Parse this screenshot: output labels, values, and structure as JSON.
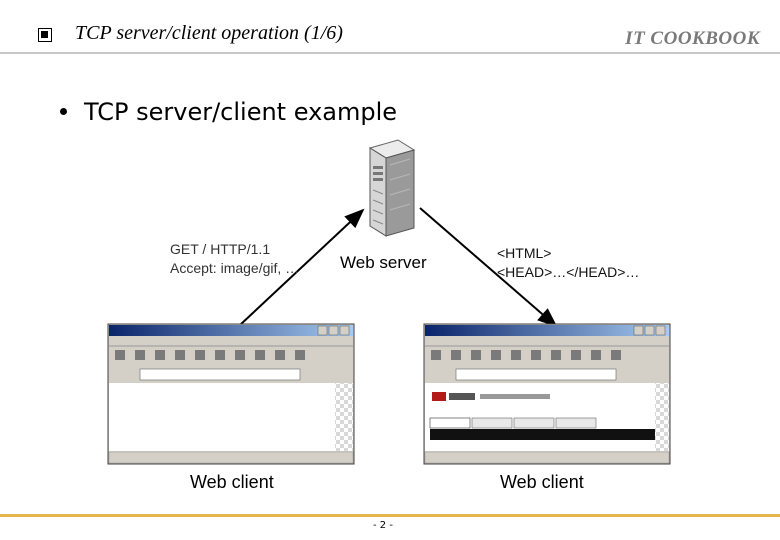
{
  "header": {
    "title": "TCP server/client operation (1/6)",
    "brand": "IT COOKBOOK"
  },
  "subtitle": "TCP server/client example",
  "diagram": {
    "request_lines": [
      "GET / HTTP/1.1",
      "Accept: image/gif, …"
    ],
    "response_lines": [
      "<HTML>",
      "<HEAD>…</HEAD>…"
    ],
    "server_label": "Web server",
    "client_left_label": "Web client",
    "client_right_label": "Web client"
  },
  "footer": {
    "page": "- 2 -"
  }
}
